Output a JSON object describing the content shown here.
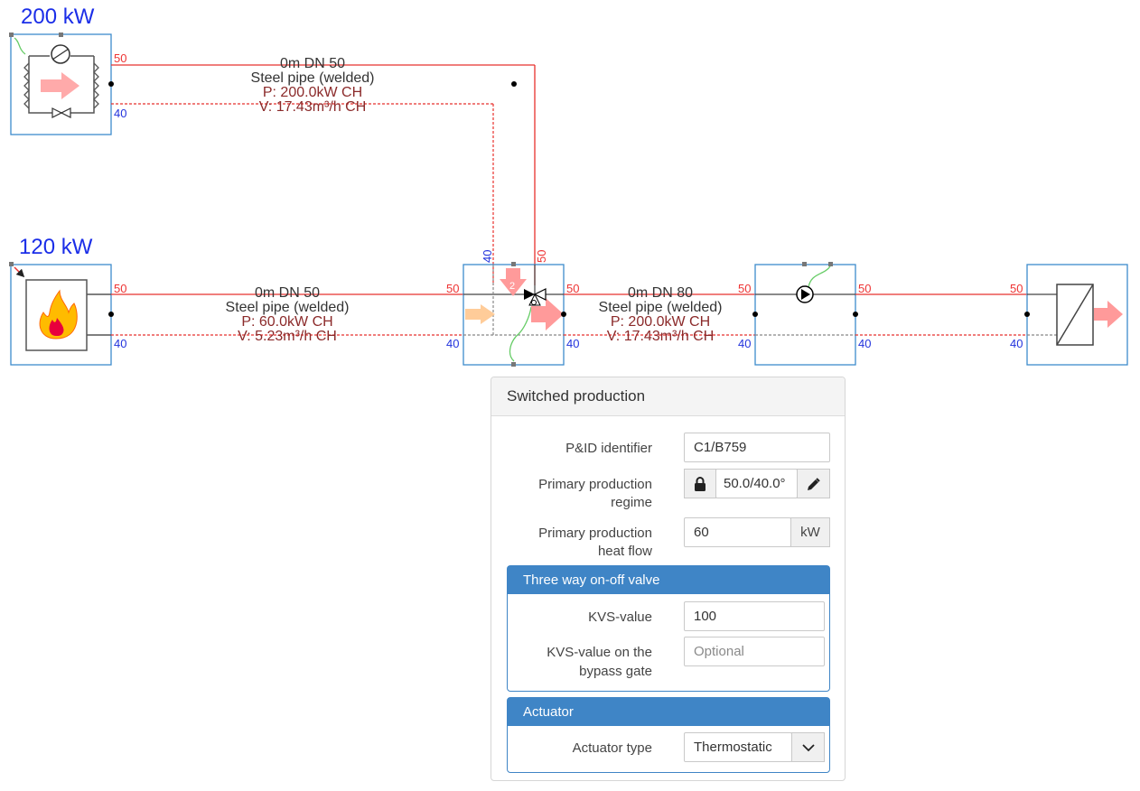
{
  "plants": [
    {
      "power": "200 kW"
    },
    {
      "power": "120 kW"
    }
  ],
  "pipes": [
    {
      "length": "0m DN 50",
      "material": "Steel pipe (welded)",
      "power": "P: 200.0kW CH",
      "flow": "V: 17.43m³/h CH"
    },
    {
      "length": "0m DN 50",
      "material": "Steel pipe (welded)",
      "power": "P: 60.0kW CH",
      "flow": "V: 5.23m³/h CH"
    },
    {
      "length": "0m DN 80",
      "material": "Steel pipe (welded)",
      "power": "P: 200.0kW CH",
      "flow": "V: 17.43m³/h CH"
    }
  ],
  "ports": {
    "supply": "50",
    "return": "40"
  },
  "valve_badge": "2",
  "colors": {
    "supply": "#e8312d",
    "return": "#e8312d",
    "node_border": "#3d8ccd",
    "label_blue": "#1b2ee8",
    "accent": "#3f85c6"
  },
  "panel": {
    "title": "Switched production",
    "pid_label": "P&ID identifier",
    "pid_value": "C1/B759",
    "regime_label_1": "Primary production",
    "regime_label_2": "regime",
    "regime_value": "50.0/40.0°",
    "lock_icon": "lock-icon",
    "edit_icon": "pencil-icon",
    "heat_label_1": "Primary production",
    "heat_label_2": "heat flow",
    "heat_value": "60",
    "heat_unit": "kW",
    "valve": {
      "title": "Three way on-off valve",
      "kvs_label": "KVS-value",
      "kvs_value": "100",
      "bypass_label_1": "KVS-value on the",
      "bypass_label_2": "bypass gate",
      "bypass_placeholder": "Optional"
    },
    "actuator": {
      "title": "Actuator",
      "type_label": "Actuator type",
      "type_value": "Thermostatic"
    }
  }
}
